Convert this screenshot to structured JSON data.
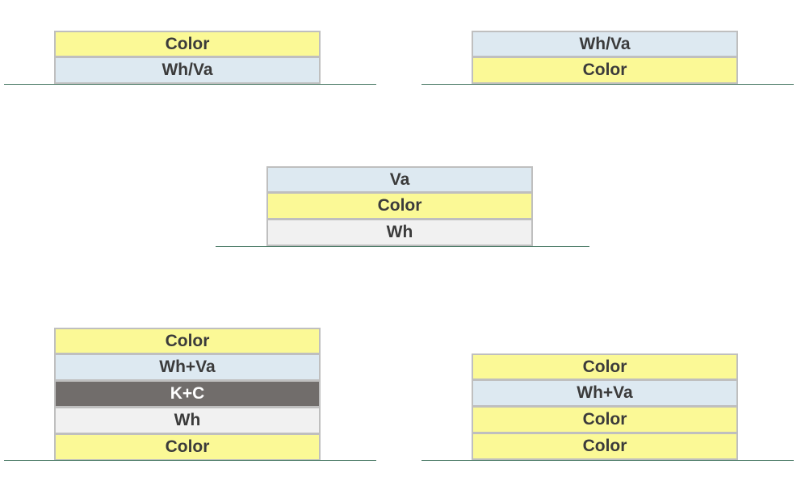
{
  "stacks": [
    {
      "layers": [
        {
          "label": "Color",
          "tone": "yellow"
        },
        {
          "label": "Wh/Va",
          "tone": "blue"
        }
      ]
    },
    {
      "layers": [
        {
          "label": "Wh/Va",
          "tone": "blue"
        },
        {
          "label": "Color",
          "tone": "yellow"
        }
      ]
    },
    {
      "layers": [
        {
          "label": "Va",
          "tone": "blue"
        },
        {
          "label": "Color",
          "tone": "yellow"
        },
        {
          "label": "Wh",
          "tone": "white"
        }
      ]
    },
    {
      "layers": [
        {
          "label": "Color",
          "tone": "yellow"
        },
        {
          "label": "Wh+Va",
          "tone": "blue"
        },
        {
          "label": "K+C",
          "tone": "dark"
        },
        {
          "label": "Wh",
          "tone": "white"
        },
        {
          "label": "Color",
          "tone": "yellow"
        }
      ]
    },
    {
      "layers": [
        {
          "label": "Color",
          "tone": "yellow"
        },
        {
          "label": "Wh+Va",
          "tone": "blue"
        },
        {
          "label": "Color",
          "tone": "yellow"
        },
        {
          "label": "Color",
          "tone": "yellow"
        }
      ]
    }
  ],
  "colors": {
    "yellow": "#fbf996",
    "blue": "#dde9f1",
    "white": "#f1f1f1",
    "dark": "#716d6b",
    "border": "#bfbfbf",
    "baseline": "#4a7a66"
  }
}
